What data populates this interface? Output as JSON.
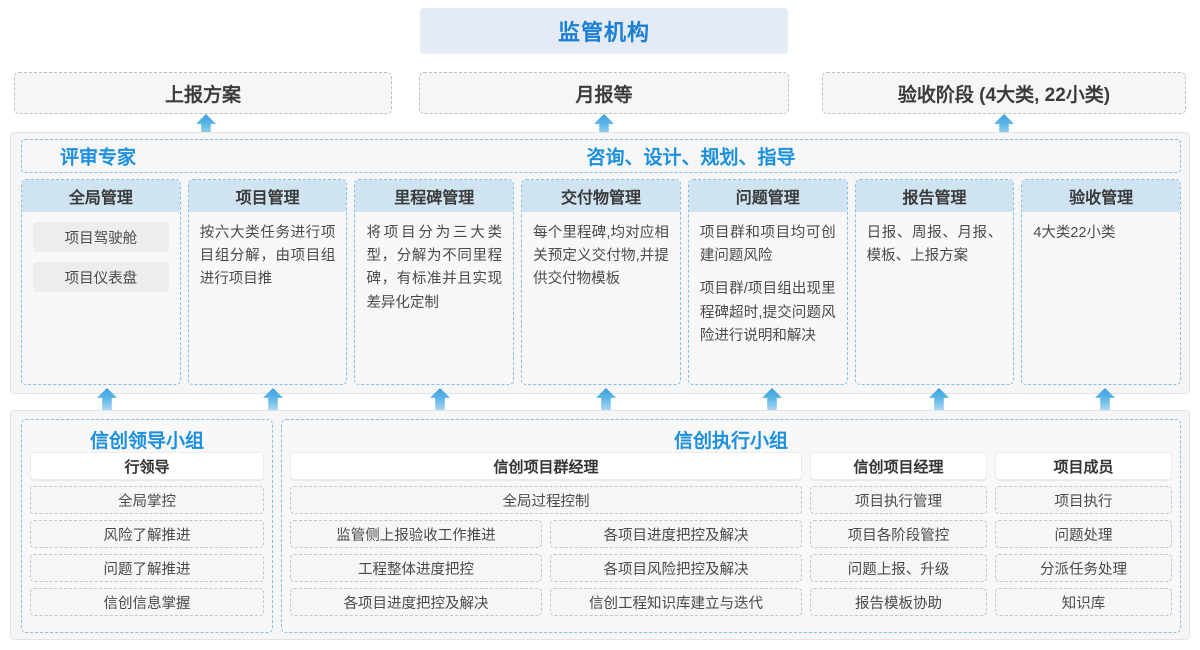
{
  "top": {
    "title": "监管机构",
    "report_boxes": [
      "上报方案",
      "月报等",
      "验收阶段 (4大类, 22小类)"
    ]
  },
  "middle": {
    "banner_left": "评审专家",
    "banner_center": "咨询、设计、规划、指导",
    "columns": [
      {
        "title": "全局管理",
        "paragraphs": [],
        "pills": [
          "项目驾驶舱",
          "项目仪表盘"
        ]
      },
      {
        "title": "项目管理",
        "paragraphs": [
          "按六大类任务进行项目组分解，由项目组进行项目推"
        ],
        "pills": []
      },
      {
        "title": "里程碑管理",
        "paragraphs": [
          "将项目分为三大类型，分解为不同里程碑，有标准并且实现差异化定制"
        ],
        "pills": []
      },
      {
        "title": "交付物管理",
        "paragraphs": [
          "每个里程碑,均对应相关预定义交付物,并提供交付物模板"
        ],
        "pills": []
      },
      {
        "title": "问题管理",
        "paragraphs": [
          "项目群和项目均可创建问题风险",
          "项目群/项目组出现里程碑超时,提交问题风险进行说明和解决"
        ],
        "pills": []
      },
      {
        "title": "报告管理",
        "paragraphs": [
          "日报、周报、月报、模板、上报方案"
        ],
        "pills": []
      },
      {
        "title": "验收管理",
        "paragraphs": [
          "4大类22小类"
        ],
        "pills": []
      }
    ]
  },
  "bottom": {
    "lead_group": {
      "title": "信创领导小组",
      "role": "行领导",
      "tasks": [
        "全局掌控",
        "风险了解推进",
        "问题了解推进",
        "信创信息掌握"
      ]
    },
    "exec_group": {
      "title": "信创执行小组",
      "program_manager": {
        "role": "信创项目群经理",
        "full_width_task": "全局过程控制",
        "left_tasks": [
          "监管侧上报验收工作推进",
          "工程整体进度把控",
          "各项目进度把控及解决"
        ],
        "right_tasks": [
          "各项目进度把控及解决",
          "各项目风险把控及解决",
          "信创工程知识库建立与迭代"
        ]
      },
      "project_manager": {
        "role": "信创项目经理",
        "tasks": [
          "项目执行管理",
          "项目各阶段管控",
          "问题上报、升级",
          "报告模板协助"
        ]
      },
      "member": {
        "role": "项目成员",
        "tasks": [
          "项目执行",
          "问题处理",
          "分派任务处理",
          "知识库"
        ]
      }
    }
  },
  "colors": {
    "accent_blue": "#1b90e0",
    "title_bg": "#e4ebf5",
    "col_head_bg": "#cfe3f1",
    "panel_bg": "#f6f6f6",
    "arrow": "#4aa8e0"
  }
}
